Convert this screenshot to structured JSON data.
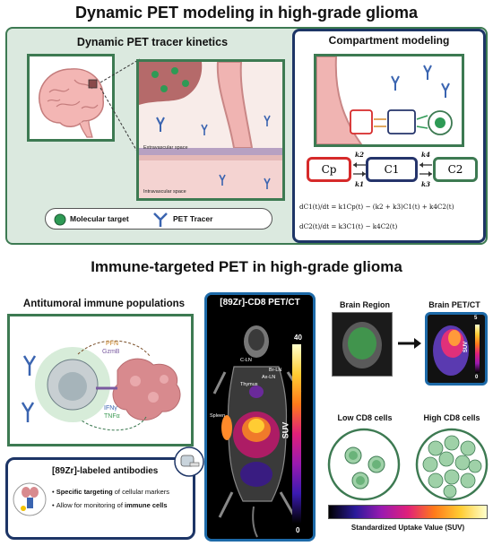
{
  "top": {
    "title": "Dynamic PET modeling in high-grade glioma",
    "left_panel_title": "Dynamic PET tracer kinetics",
    "extravascular_label": "Extravascular space",
    "intravascular_label": "Intravascular space",
    "legend_molecular_target": "Molecular target",
    "legend_pet_tracer": "PET Tracer",
    "right_panel_title": "Compartment modeling",
    "compartments": {
      "cp": "Cp",
      "c1": "C1",
      "c2": "C2"
    },
    "rates": {
      "k1": "k1",
      "k2": "k2",
      "k3": "k3",
      "k4": "k4"
    },
    "eq1": "dC1(t)/dt = k1Cp(t) − (k2 + k3)C1(t) + k4C2(t)",
    "eq2": "dC2(t)/dt = k3C1(t) − k4C2(t)"
  },
  "bottom": {
    "title": "Immune-targeted PET in high-grade glioma",
    "immune_title": "Antitumoral immune populations",
    "pfn": "PFN",
    "gzmb": "GzmB",
    "ifng": "IFNγ",
    "tnfa": "TNFα",
    "pet_ct_title": "[89Zr]-CD8 PET/CT",
    "organs": {
      "cln": "C-LN",
      "brln": "Br-LN",
      "axln": "Ax-LN",
      "thymus": "Thymus",
      "spleen": "Spleen"
    },
    "scale_max": "40",
    "scale_min": "0",
    "scale_unit": "SUV",
    "brain_region": "Brain Region",
    "brain_petct": "Brain PET/CT",
    "brain_scale_max": "5",
    "brain_scale_min": "0",
    "brain_scale_unit": "SUV",
    "low_cd8": "Low CD8 cells",
    "high_cd8": "High CD8 cells",
    "antibodies_title": "[89Zr]-labeled antibodies",
    "bullet1_bold": "Specific targeting",
    "bullet1_rest": " of cellular markers",
    "bullet2_rest": "Allow for monitoring of ",
    "bullet2_bold": "immune cells",
    "suv_legend": "Standardized Uptake Value (SUV)"
  },
  "colors": {
    "panel_green": "#3d7a52",
    "panel_navy": "#1d3566",
    "panel_bg": "#dbe9df",
    "cp_red": "#d62a2a",
    "c1_navy": "#25346b",
    "c2_green": "#3d7a52"
  }
}
